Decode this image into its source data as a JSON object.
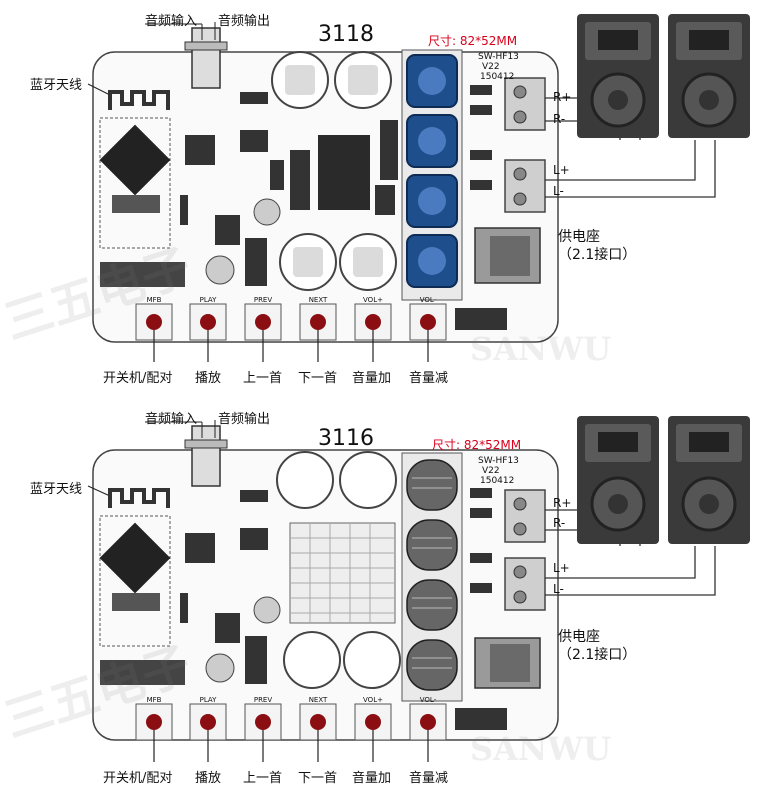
{
  "boards": [
    {
      "model": "3118",
      "size_label": "尺寸: 82*52MM",
      "version_lines": [
        "SW-HF13",
        "V22",
        "150412"
      ],
      "audio_in": "音频输入",
      "audio_out": "音频输出",
      "antenna": "蓝牙天线",
      "power_label_1": "供电座",
      "power_label_2": "（2.1接口）",
      "speaker_labels": [
        "R+",
        "R-",
        "L+",
        "L-"
      ],
      "buttons": [
        "MFB",
        "PLAY",
        "PREV",
        "NEXT",
        "VOL+",
        "VOL-"
      ],
      "functions": [
        "开关机/配对",
        "播放",
        "上一首",
        "下一首",
        "音量加",
        "音量减"
      ],
      "watermark": "SANWU"
    },
    {
      "model": "3116",
      "size_label": "尺寸: 82*52MM",
      "version_lines": [
        "SW-HF13",
        "V22",
        "150412"
      ],
      "audio_in": "音频输入",
      "audio_out": "音频输出",
      "antenna": "蓝牙天线",
      "power_label_1": "供电座",
      "power_label_2": "（2.1接口）",
      "speaker_labels": [
        "R+",
        "R-",
        "L+",
        "L-"
      ],
      "buttons": [
        "MFB",
        "PLAY",
        "PREV",
        "NEXT",
        "VOL+",
        "VOL-"
      ],
      "functions": [
        "开关机/配对",
        "播放",
        "上一首",
        "下一首",
        "音量加",
        "音量减"
      ],
      "watermark": "SANWU"
    }
  ],
  "brand_watermark": "三五电子",
  "colors": {
    "inductor_blue": "#1f4e8c",
    "button_red": "#8b0e12",
    "size_red": "#d9001b"
  }
}
